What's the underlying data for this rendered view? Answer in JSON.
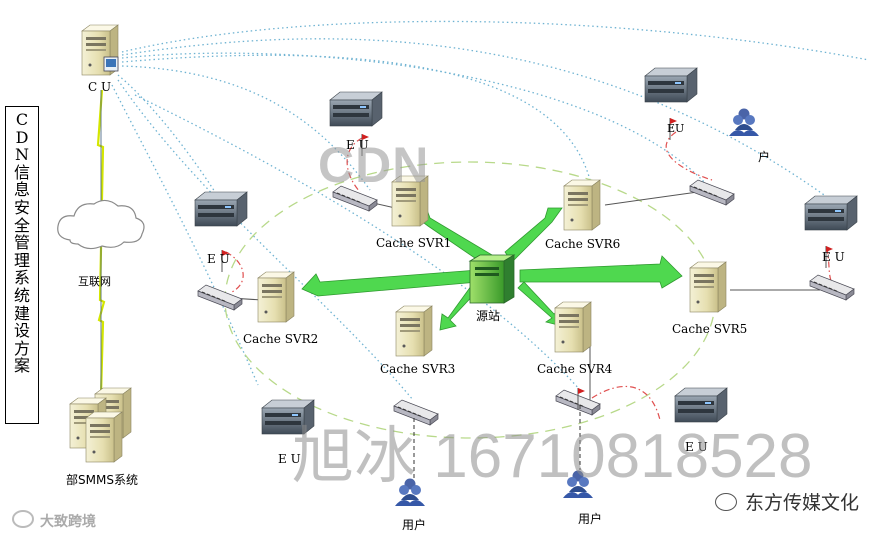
{
  "title_chars": [
    "C",
    "D",
    "N",
    "信",
    "息",
    "安",
    "全",
    "管",
    "理",
    "系",
    "统",
    "建",
    "设",
    "方",
    "案"
  ],
  "labels": {
    "cu": "C U",
    "internet": "互联网",
    "smms": "部SMMS系统",
    "source": "源站",
    "cache1": "Cache SVR1",
    "cache2": "Cache SVR2",
    "cache3": "Cache SVR3",
    "cache4": "Cache SVR4",
    "cache5": "Cache SVR5",
    "cache6": "Cache SVR6",
    "eu_top": "E U",
    "eu_left": "E U",
    "eu_topright": "EU",
    "eu_right": "E U",
    "eu_bottomleft": "E U",
    "eu_bottomright": "E U",
    "user_topright": "户",
    "user_bottom1": "用户",
    "user_bottom2": "用户"
  },
  "watermarks": {
    "cdn": "CDN",
    "phone": "旭冰 16710818528",
    "wechat": "东方传媒文化",
    "corner": "大致跨境"
  },
  "colors": {
    "green_arrow": "#4fd84f",
    "blue_dotted": "#6fb3d2",
    "green_dashed": "#b8d98a",
    "red_dashdot": "#e05050",
    "lightning": "#d4e600"
  }
}
